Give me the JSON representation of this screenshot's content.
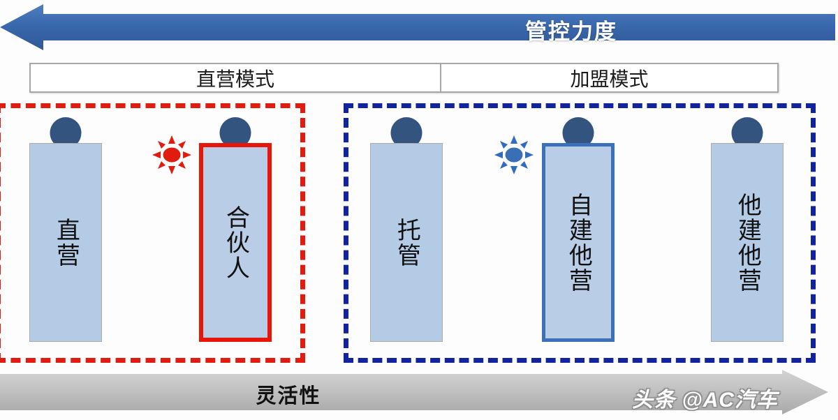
{
  "top_axis": {
    "label": "管控力度",
    "direction": "left",
    "color": "#3A68AD"
  },
  "bottom_axis": {
    "label": "灵活性",
    "direction": "right",
    "color": "#BFBFBF"
  },
  "mode_header": {
    "cells": [
      {
        "label": "直营模式"
      },
      {
        "label": "加盟模式"
      }
    ]
  },
  "groups": [
    {
      "name": "direct",
      "border_color": "#E01B10",
      "style": "dashed"
    },
    {
      "name": "franchise",
      "border_color": "#12239E",
      "style": "dashed"
    }
  ],
  "figures": [
    {
      "label": "直营",
      "highlight": "none",
      "group": "direct"
    },
    {
      "label": "合伙人",
      "highlight": "red",
      "group": "direct"
    },
    {
      "label": "托管",
      "highlight": "none",
      "group": "franchise"
    },
    {
      "label": "自建他营",
      "highlight": "blue",
      "group": "franchise"
    },
    {
      "label": "他建他营",
      "highlight": "none",
      "group": "franchise"
    }
  ],
  "sun_markers": [
    {
      "name": "sun-red",
      "color": "#E01B10"
    },
    {
      "name": "sun-blue",
      "color": "#3A71B8"
    }
  ],
  "watermark": {
    "text": "头条 @AC汽车"
  },
  "palette": {
    "body_fill": "#B4CBE6",
    "head_fill": "#32547F",
    "accent_red": "#E8150B",
    "accent_blue": "#3A71B8"
  }
}
